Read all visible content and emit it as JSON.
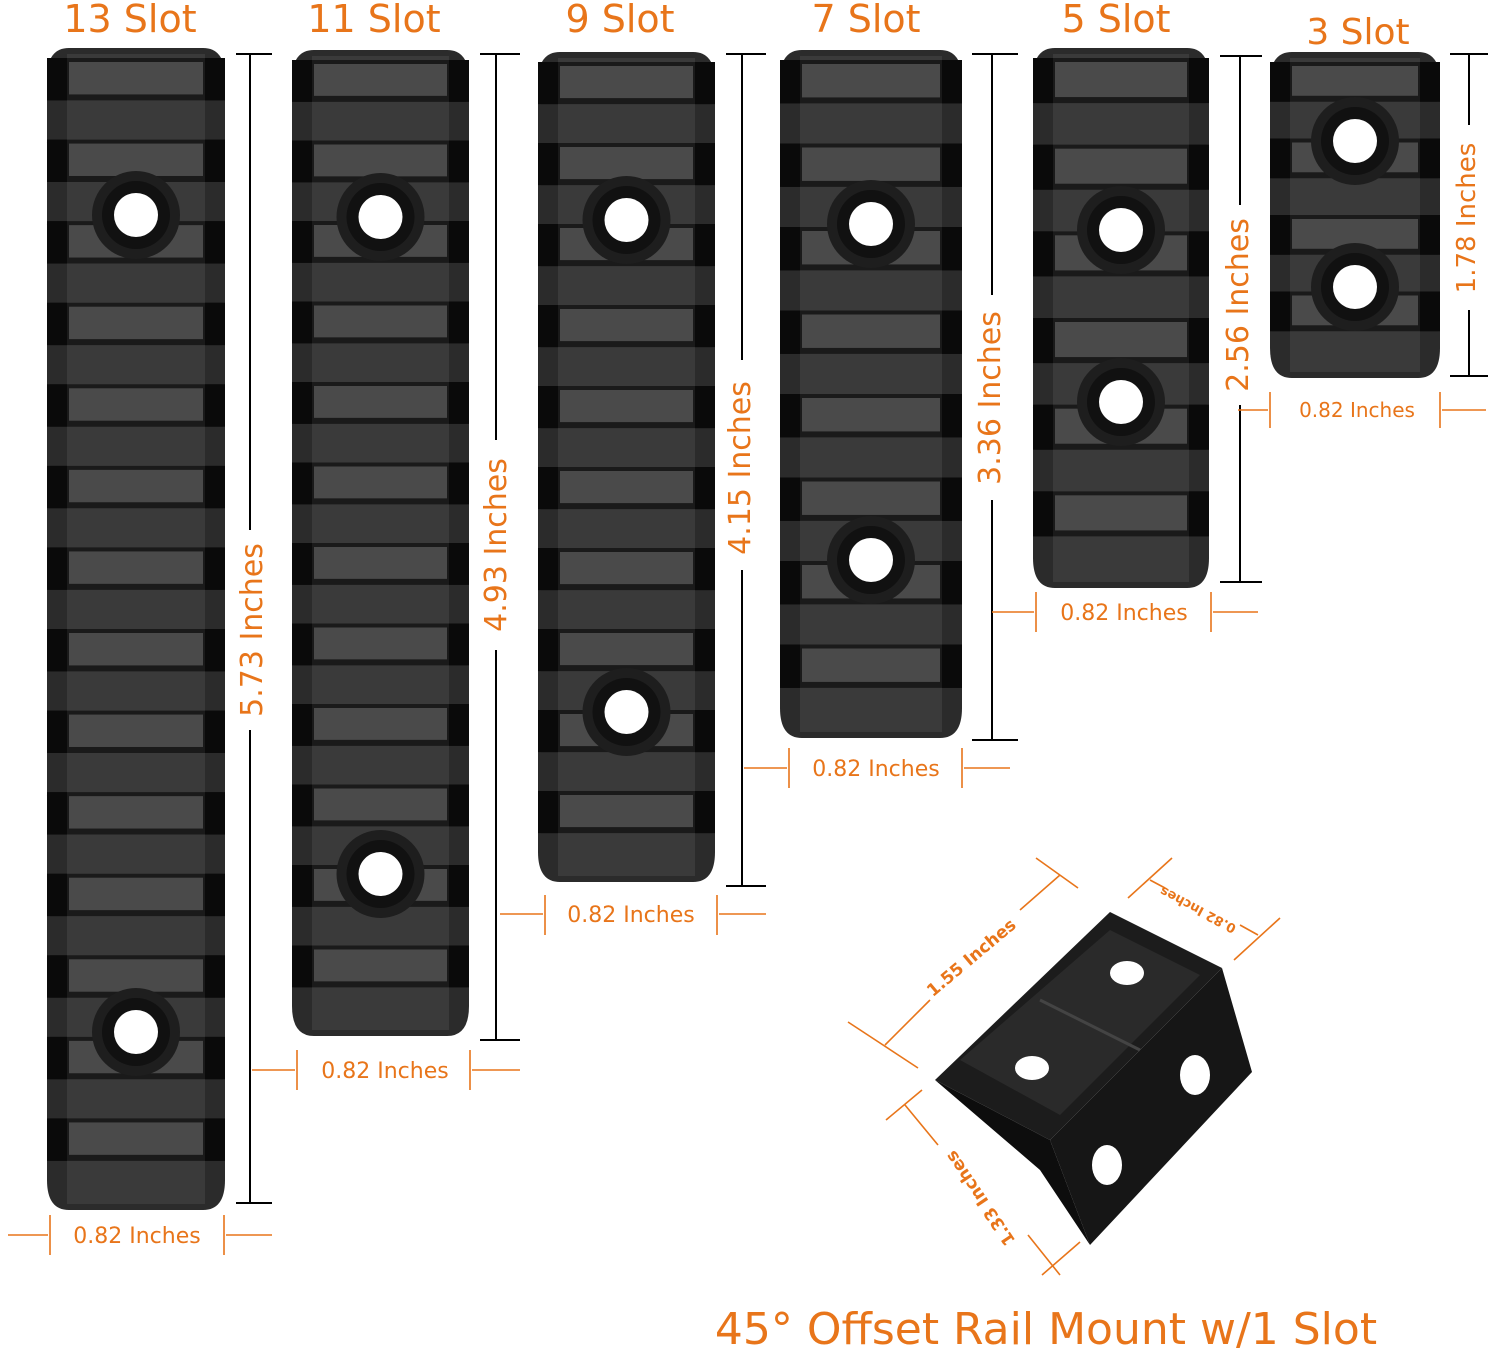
{
  "colors": {
    "accent": "#e8751a",
    "rail": "#2b2b2b",
    "rail_dark": "#111111"
  },
  "rails": [
    {
      "title": "13 Slot",
      "length": "5.73 Inches",
      "width": "0.82 Inches",
      "slots": 13
    },
    {
      "title": "11 Slot",
      "length": "4.93 Inches",
      "width": "0.82 Inches",
      "slots": 11
    },
    {
      "title": "9 Slot",
      "length": "4.15 Inches",
      "width": "0.82 Inches",
      "slots": 9
    },
    {
      "title": "7 Slot",
      "length": "3.36 Inches",
      "width": "0.82 Inches",
      "slots": 7
    },
    {
      "title": "5 Slot",
      "length": "2.56 Inches",
      "width": "0.82 Inches",
      "slots": 5
    },
    {
      "title": "3 Slot",
      "length": "1.78 Inches",
      "width": "0.82 Inches",
      "slots": 3
    }
  ],
  "offset_mount": {
    "title": "45° Offset Rail Mount w/1 Slot",
    "top_length": "1.55 Inches",
    "top_width": "0.82 Inches",
    "side_length": "1.33 Inches"
  }
}
